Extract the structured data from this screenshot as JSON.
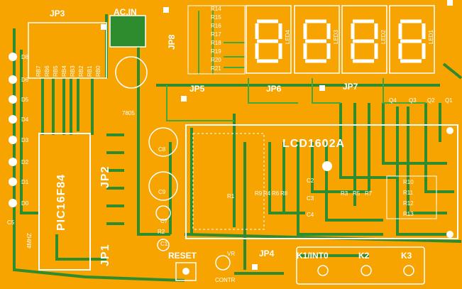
{
  "board": {
    "headers": {
      "jp1": "JP1",
      "jp2": "JP2",
      "jp3": "JP3",
      "jp4": "JP4",
      "jp5": "JP5",
      "jp6": "JP6",
      "jp7": "JP7",
      "jp8": "JP8"
    },
    "ac_in": "AC.IN",
    "mcu": "PIC16F84",
    "lcd": "LCD1602A",
    "regulator": "7805",
    "digits": [
      "LED4",
      "LED3",
      "LED2",
      "LED1"
    ],
    "transistors": [
      "Q4",
      "Q3",
      "Q2",
      "Q1"
    ],
    "leds": [
      "D6",
      "D5",
      "D4",
      "D3",
      "D2",
      "D1",
      "D0",
      "D8"
    ],
    "rb_labels": [
      "RB7",
      "RB6",
      "RB5",
      "RB4",
      "RB3",
      "RB2",
      "RB1",
      "RB0"
    ],
    "resistors_top": [
      "R14",
      "R15",
      "R16",
      "R17",
      "R18",
      "R19",
      "R20",
      "R21"
    ],
    "resistors_right": [
      "R10",
      "R11",
      "R12",
      "R13"
    ],
    "resistors_mid": [
      "R1",
      "R3",
      "R4",
      "R5",
      "R6",
      "R7",
      "R8",
      "R9"
    ],
    "capacitors": [
      "C8",
      "C9",
      "C7",
      "C1",
      "C2",
      "C3",
      "C4",
      "C5"
    ],
    "buttons": {
      "reset": "RESET",
      "k1": "K1/INT0",
      "k2": "K2",
      "k3": "K3"
    },
    "contrast": "CONTR",
    "vr": "VR",
    "crystal": "4MHZ",
    "r2": "R2"
  },
  "colors": {
    "board": "#f7a400",
    "trace": "#2e8b2e",
    "pad": "#ffffff",
    "silk": "#ffffff"
  }
}
